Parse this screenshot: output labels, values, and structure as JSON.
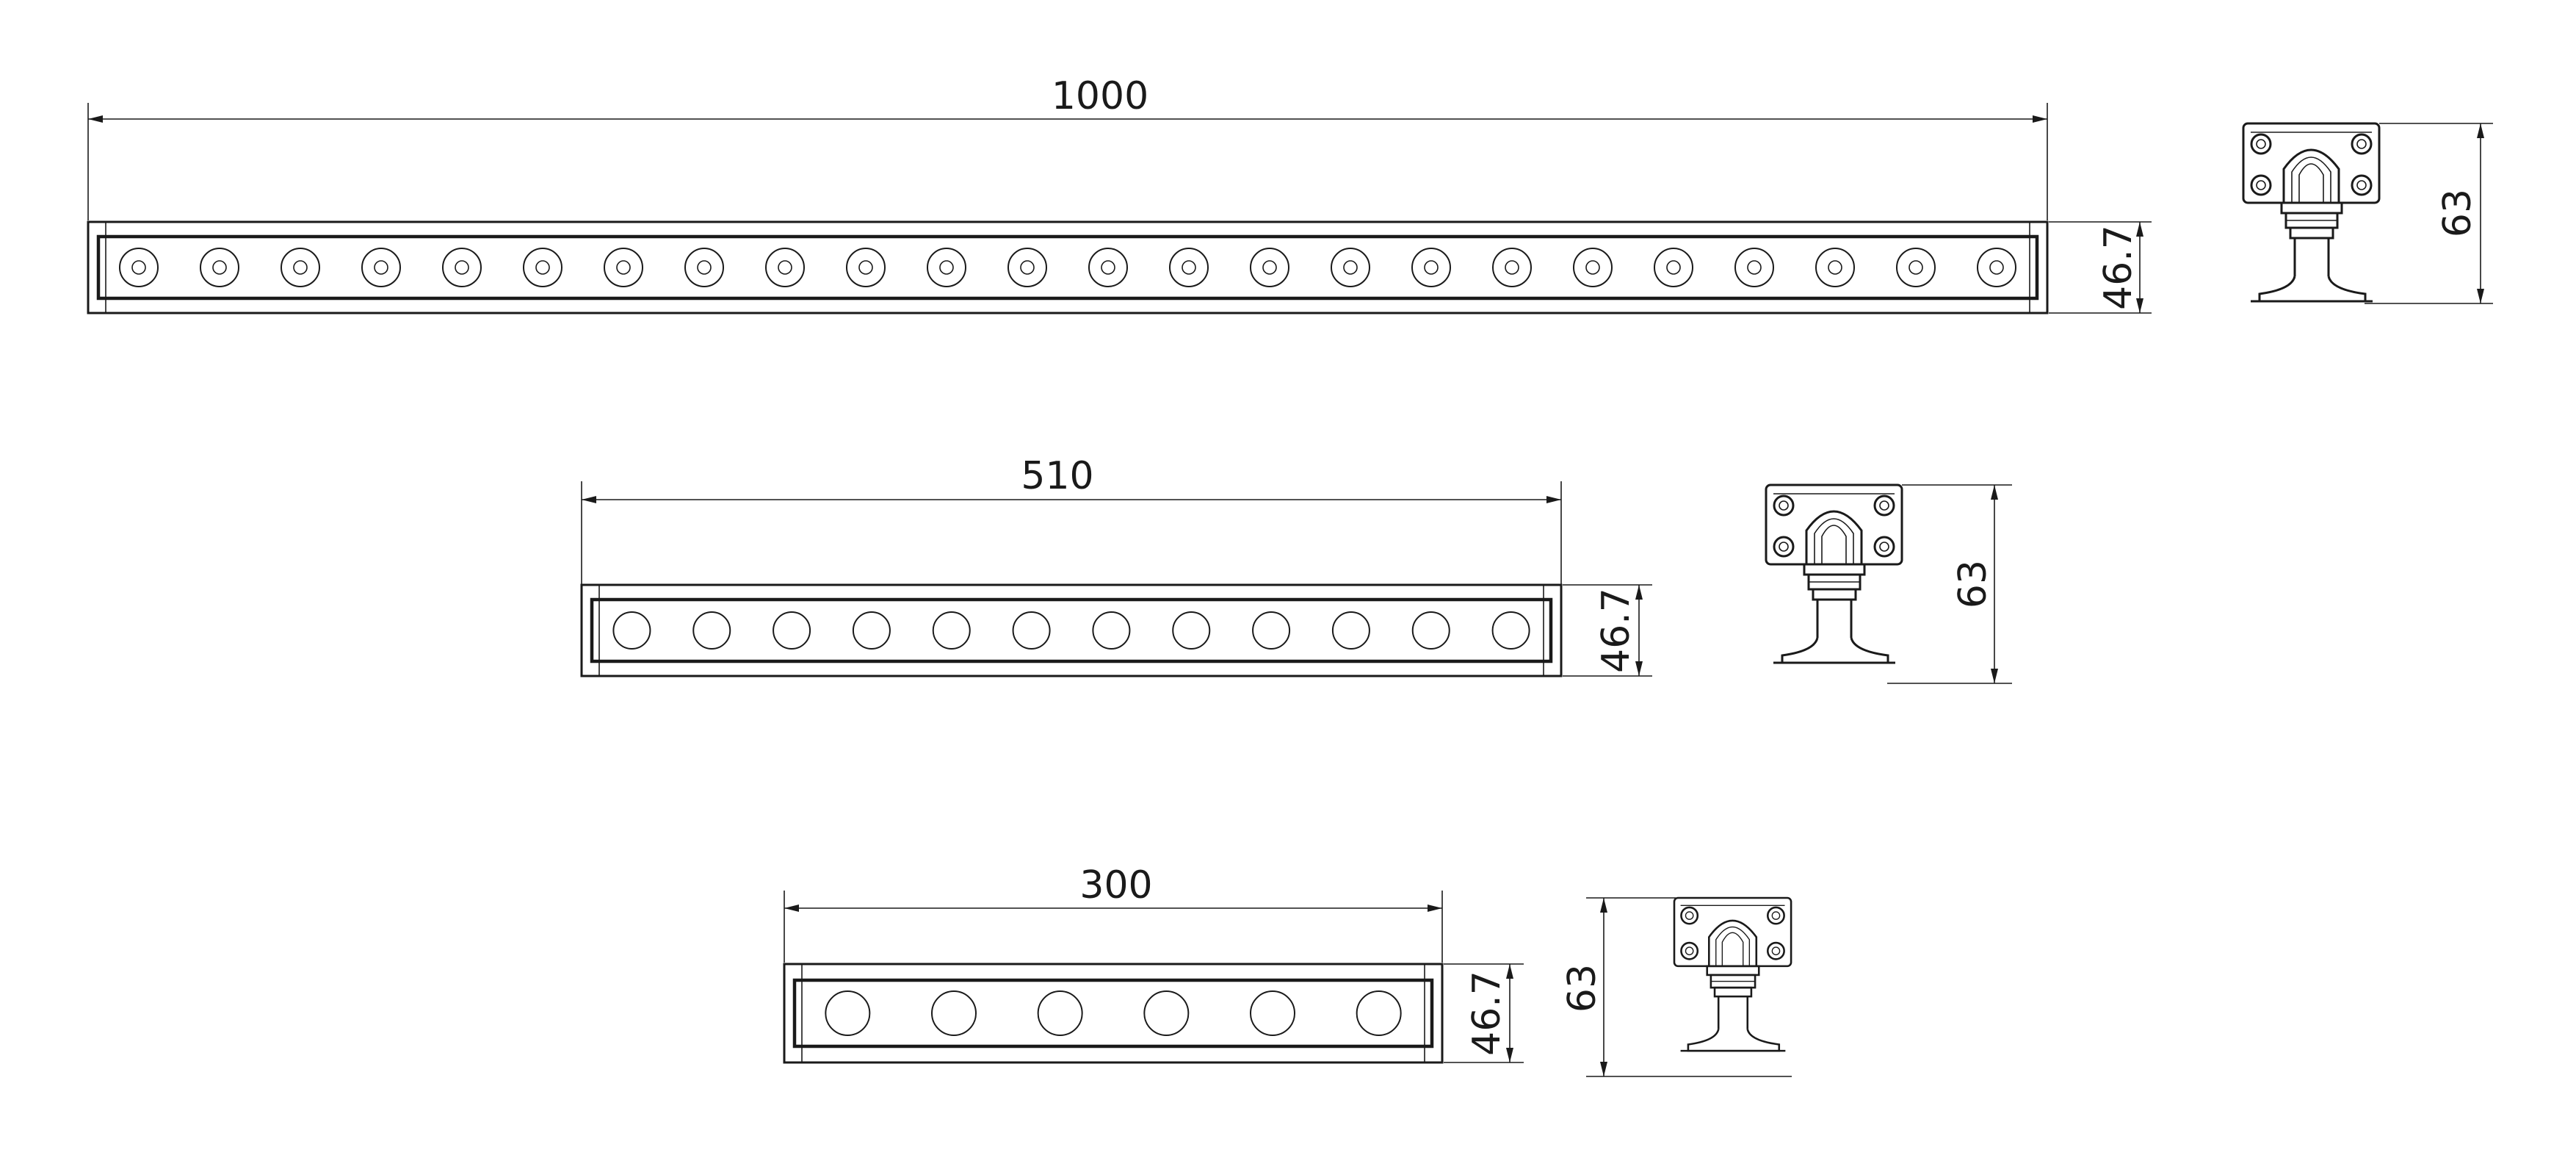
{
  "colors": {
    "line": "#1a1a1a",
    "background": "#ffffff"
  },
  "fixtures": [
    {
      "id": "1000",
      "length_label": "1000",
      "height_label": "46.7",
      "side_height_label": "63",
      "led_count": 24,
      "led_style": "ring"
    },
    {
      "id": "510",
      "length_label": "510",
      "height_label": "46.7",
      "side_height_label": "63",
      "led_count": 12,
      "led_style": "lens"
    },
    {
      "id": "300",
      "length_label": "300",
      "height_label": "46.7",
      "side_height_label": "63",
      "led_count": 6,
      "led_style": "lens"
    }
  ]
}
